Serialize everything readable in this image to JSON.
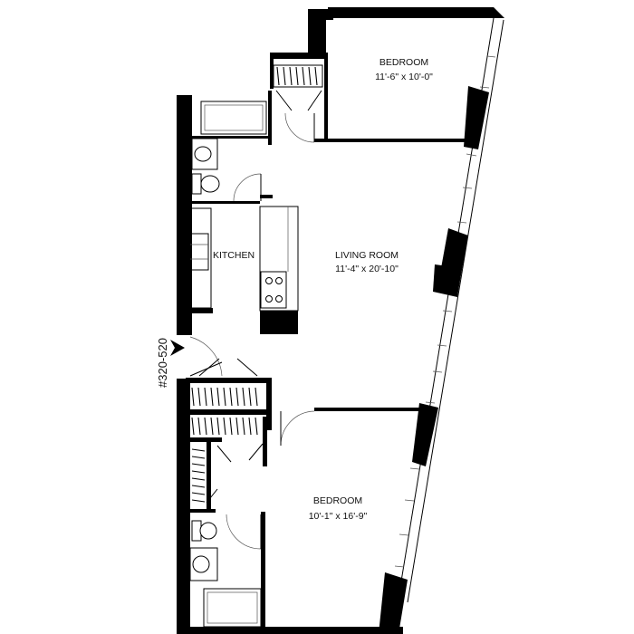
{
  "unit_label": "#320-520",
  "rooms": {
    "bedroom_top": {
      "name": "BEDROOM",
      "dims": "11'-6\" x 10'-0\""
    },
    "kitchen": {
      "name": "KITCHEN"
    },
    "living_room": {
      "name": "LIVING ROOM",
      "dims": "11'-4\" x 20'-10\""
    },
    "bedroom_bottom": {
      "name": "BEDROOM",
      "dims": "10'-1\" x 16'-9\""
    }
  },
  "colors": {
    "wall": "#000000",
    "background": "#ffffff",
    "fixture": "#000000"
  },
  "icons": [
    "entry-arrow-icon",
    "toilet-icon",
    "sink-icon",
    "stove-icon",
    "closet-rod-icon",
    "door-swing-icon"
  ]
}
